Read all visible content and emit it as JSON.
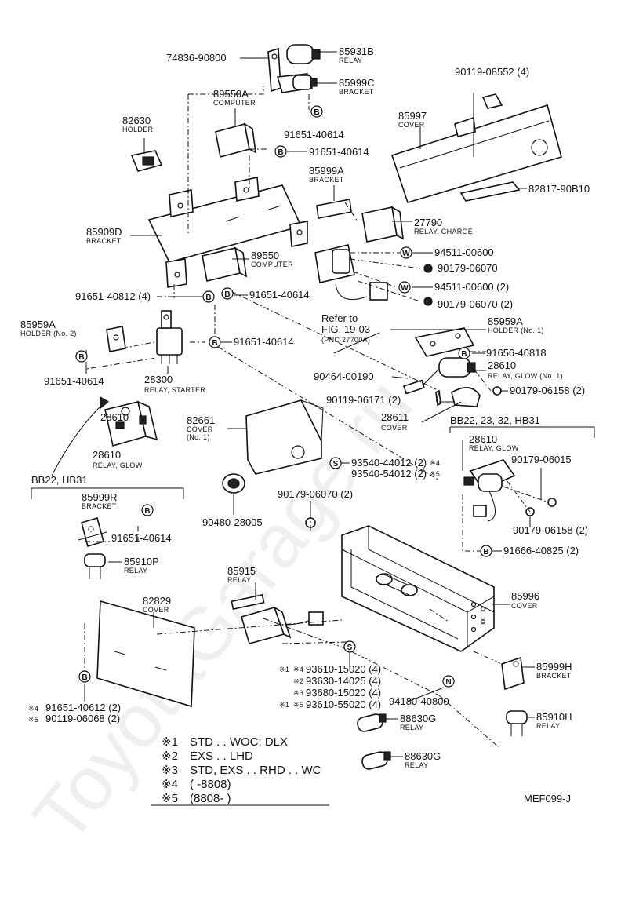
{
  "watermark": "ToyotaGarage.ru",
  "figure_code": "MEF099-J",
  "refer": {
    "line1": "Refer to",
    "line2": "FIG. 19-03",
    "line3": "(PNC 27700A)"
  },
  "group_bb22_23_32_hb31": "BB22, 23, 32, HB31",
  "group_bb22_hb31": "BB22, HB31",
  "labels": {
    "p74836": "74836-90800",
    "p85931b": "85931B",
    "p85931b_sub": "RELAY",
    "p85999c": "85999C",
    "p85999c_sub": "BRACKET",
    "p89550a": "89550A",
    "p89550a_sub": "COMPUTER",
    "p91651_40614_a": "91651-40614",
    "p91651_40614_b": "91651-40614",
    "p82630": "82630",
    "p82630_sub": "HOLDER",
    "p90119_08552": "90119-08552 (4)",
    "p85997": "85997",
    "p85997_sub": "COVER",
    "p85999a": "85999A",
    "p85999a_sub": "BRACKET",
    "p82817": "82817-90B10",
    "p27790": "27790",
    "p27790_sub": "RELAY, CHARGE",
    "p85909d": "85909D",
    "p85909d_sub": "BRACKET",
    "p89550": "89550",
    "p89550_sub": "COMPUTER",
    "p94511_a": "94511-00600",
    "p90179_06070_a": "90179-06070",
    "p94511_b": "94511-00600 (2)",
    "p90179_06070_b": "90179-06070 (2)",
    "p91651_40812": "91651-40812 (4)",
    "p91651_40614_c": "91651-40614",
    "p85959a_l": "85959A",
    "p85959a_l_sub": "HOLDER (No. 2)",
    "p85959a_r": "85959A",
    "p85959a_r_sub": "HOLDER (No. 1)",
    "p91651_40614_d": "91651-40614",
    "p91656_40818": "91656-40818",
    "p91651_40614_e": "91651-40614",
    "p28300": "28300",
    "p28300_sub": "RELAY, STARTER",
    "p90464": "90464-00190",
    "p28610_a": "28610",
    "p28610_a_sub": "RELAY, GLOW (No. 1)",
    "p90179_06158_a": "90179-06158 (2)",
    "p90119_06171": "90119-06171 (2)",
    "p28611": "28611",
    "p28611_sub": "COVER",
    "p82661": "82661",
    "p82661_sub1": "COVER",
    "p82661_sub2": "(No. 1)",
    "p28610_b": "28610",
    "p28610_b_sub": "RELAY, GLOW",
    "p28610_c": "28610",
    "p28610_c_sub": "RELAY, GLOW",
    "p90179_06015": "90179-06015",
    "p93540_44012": "93540-44012 (2)",
    "p93540_54012": "93540-54012 (2)",
    "p90179_06070_c": "90179-06070 (2)",
    "p90480": "90480-28005",
    "p90179_06158_b": "90179-06158 (2)",
    "p91666": "91666-40825 (2)",
    "p85999r": "85999R",
    "p85999r_sub": "BRACKET",
    "p91651_40614_f": "91651-40614",
    "p85910p": "85910P",
    "p85910p_sub": "RELAY",
    "p85915": "85915",
    "p85915_sub": "RELAY",
    "p82829": "82829",
    "p82829_sub": "COVER",
    "p85996": "85996",
    "p85996_sub": "COVER",
    "p93610_15020": "93610-15020 (4)",
    "p93630_14025": "93630-14025 (4)",
    "p93680_15020": "93680-15020 (4)",
    "p93610_55020": "93610-55020 (4)",
    "p94180": "94180-40800",
    "p85999h": "85999H",
    "p85999h_sub": "BRACKET",
    "p85910h": "85910H",
    "p85910h_sub": "RELAY",
    "p91651_40612": "91651-40612 (2)",
    "p90119_06068": "90119-06068 (2)",
    "p88630g_a": "88630G",
    "p88630g_a_sub": "RELAY",
    "p88630g_b": "88630G",
    "p88630g_b_sub": "RELAY"
  },
  "marks": {
    "m1": "※1",
    "m2": "※2",
    "m3": "※3",
    "m4": "※4",
    "m5": "※5",
    "m1_4": "※1 ※4",
    "m1_5": "※1 ※5"
  },
  "legend": [
    {
      "mark": "※1",
      "text": "STD . . WOC; DLX"
    },
    {
      "mark": "※2",
      "text": "EXS . . LHD"
    },
    {
      "mark": "※3",
      "text": "STD, EXS . . RHD . . WC"
    },
    {
      "mark": "※4",
      "text": "(          -8808)"
    },
    {
      "mark": "※5",
      "text": "(8808-          )"
    }
  ],
  "fastener_symbols": {
    "bolt": "B",
    "washer": "W",
    "screw": "S",
    "nut": "N"
  }
}
